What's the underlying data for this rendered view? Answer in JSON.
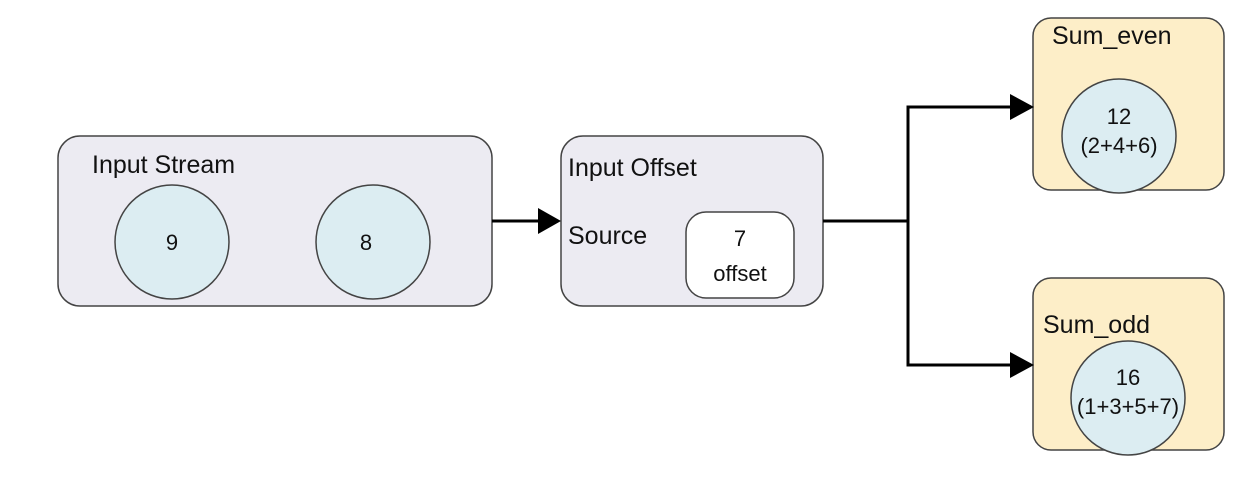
{
  "colors": {
    "stage_fill": "#ecebf2",
    "sum_fill": "#fdeec8",
    "node_fill": "#dcedf2",
    "stroke": "#444444",
    "edge": "#000000"
  },
  "input_stream": {
    "label": "Input Stream",
    "nodes": [
      {
        "value": "9"
      },
      {
        "value": "8"
      }
    ]
  },
  "input_offset": {
    "label": "Input Offset",
    "source_label": "Source",
    "offset_value": "7",
    "offset_label": "offset"
  },
  "sum_even": {
    "label": "Sum_even",
    "value": "12",
    "detail": "(2+4+6)"
  },
  "sum_odd": {
    "label": "Sum_odd",
    "value": "16",
    "detail": "(1+3+5+7)"
  }
}
